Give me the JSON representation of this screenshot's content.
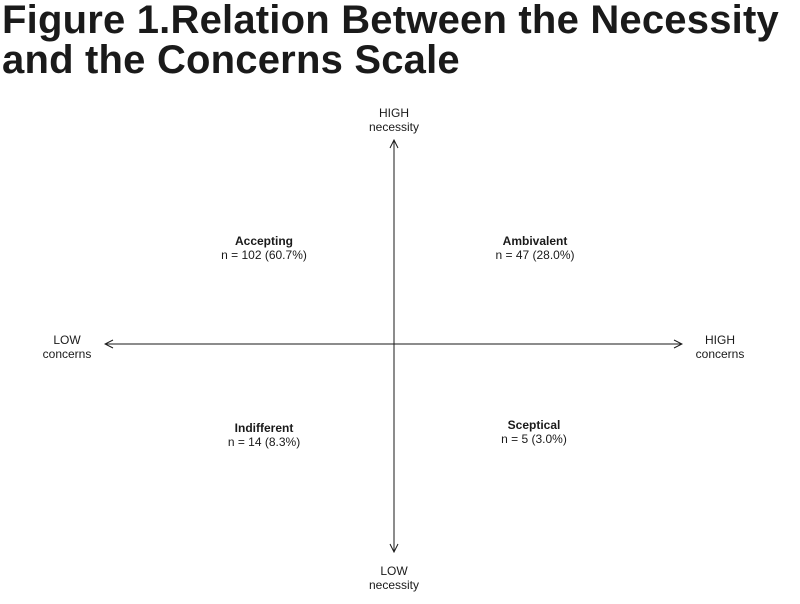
{
  "title": {
    "line1": "Figure 1.Relation Between the Necessity",
    "line2": "and the Concerns Scale"
  },
  "axes": {
    "top": {
      "line1": "HIGH",
      "line2": "necessity"
    },
    "bottom": {
      "line1": "LOW",
      "line2": "necessity"
    },
    "left": {
      "line1": "LOW",
      "line2": "concerns"
    },
    "right": {
      "line1": "HIGH",
      "line2": "concerns"
    }
  },
  "quadrants": {
    "accepting": {
      "name": "Accepting",
      "count": "n = 102 (60.7%)"
    },
    "ambivalent": {
      "name": "Ambivalent",
      "count": "n = 47 (28.0%)"
    },
    "indifferent": {
      "name": "Indifferent",
      "count": "n = 14 (8.3%)"
    },
    "sceptical": {
      "name": "Sceptical",
      "count": "n = 5 (3.0%)"
    }
  },
  "colors": {
    "ink": "#1a1a1a"
  }
}
